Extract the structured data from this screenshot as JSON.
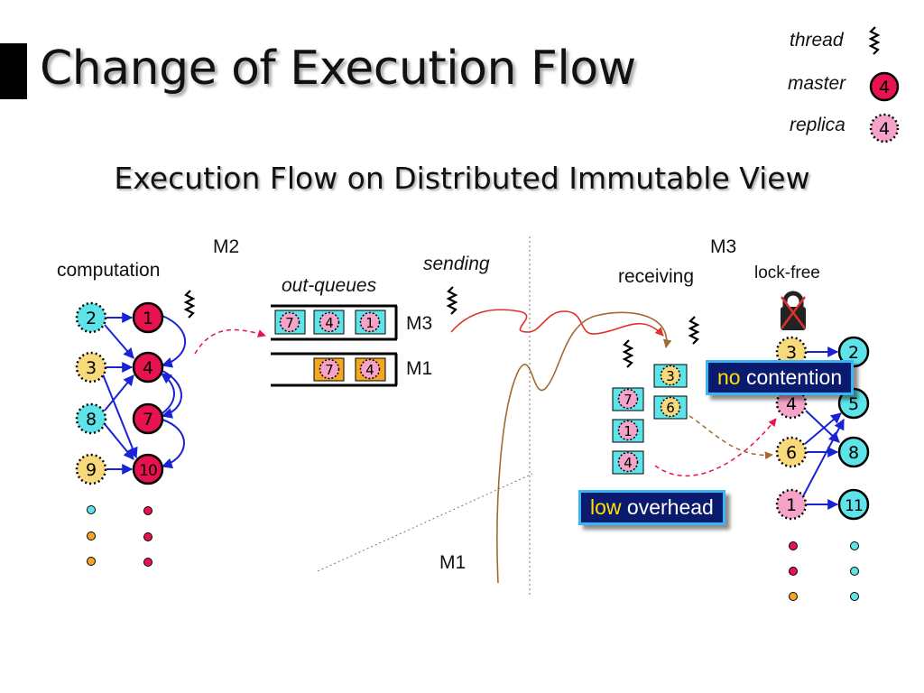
{
  "title": "Change of Execution Flow",
  "subtitle": "Execution Flow on Distributed Immutable View",
  "legend": {
    "thread": "thread",
    "master": "master",
    "master_value": "4",
    "replica": "replica",
    "replica_value": "4"
  },
  "labels": {
    "m2": "M2",
    "m3_top": "M3",
    "m1_bottom": "M1",
    "computation": "computation",
    "out_queues": "out-queues",
    "queue_m3": "M3",
    "queue_m1": "M1",
    "sending": "sending",
    "receiving": "receiving",
    "lock_free": "lock-free"
  },
  "callouts": {
    "no_contention_hl": "no",
    "no_contention_rest": " contention",
    "low_overhead_hl": "low",
    "low_overhead_rest": " overhead"
  },
  "m2_graph": {
    "replicas": [
      "2",
      "3",
      "8",
      "9"
    ],
    "masters": [
      "1",
      "4",
      "7",
      "10"
    ]
  },
  "out_queues": {
    "m3": [
      "7",
      "4",
      "1"
    ],
    "m1": [
      "7",
      "4"
    ]
  },
  "receiving": {
    "left_queue": [
      "7",
      "1",
      "4"
    ],
    "right_queue": [
      "3",
      "6"
    ]
  },
  "m3_graph": {
    "replicas": [
      "3",
      "4",
      "6",
      "1"
    ],
    "masters": [
      "2",
      "5",
      "8",
      "11"
    ]
  },
  "colors": {
    "master": "#e8124f",
    "replica_pink": "#f5a3c8",
    "replica_cyan": "#5ee3e8",
    "replica_yellow": "#f8d97c",
    "queue_cyan": "#5ee3e8",
    "queue_orange": "#f5a623",
    "edge_blue": "#1a22d6",
    "message_red": "#e0302a",
    "message_brown": "#a06a32",
    "callout_bg": "#0a1a6e"
  }
}
